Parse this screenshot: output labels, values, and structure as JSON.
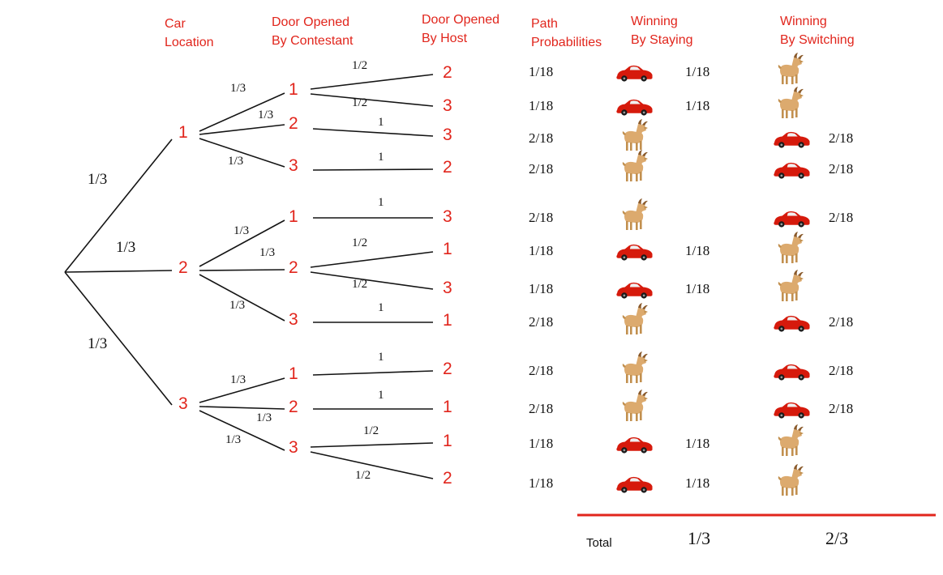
{
  "colors": {
    "accent_red": "#e1251c",
    "car_red": "#d61a0c",
    "goat_tan": "#dcaa6e"
  },
  "headers": {
    "car_location": {
      "line1": "Car",
      "line2": "Location"
    },
    "door_contestant": {
      "line1": "Door Opened",
      "line2": "By Contestant"
    },
    "door_host": {
      "line1": "Door Opened",
      "line2": "By Host"
    },
    "path_probabilities": {
      "line1": "Path",
      "line2": "Probabilities"
    },
    "winning_staying": {
      "line1": "Winning",
      "line2": "By Staying"
    },
    "winning_switching": {
      "line1": "Winning",
      "line2": "By Switching"
    }
  },
  "root_edges": [
    "1/3",
    "1/3",
    "1/3"
  ],
  "car_nodes": [
    "1",
    "2",
    "3"
  ],
  "contestant_edges": [
    "1/3",
    "1/3",
    "1/3",
    "1/3",
    "1/3",
    "1/3",
    "1/3",
    "1/3",
    "1/3"
  ],
  "contestant_nodes": [
    "1",
    "2",
    "3",
    "1",
    "2",
    "3",
    "1",
    "2",
    "3"
  ],
  "host_edges": [
    "1/2",
    "1/2",
    "1",
    "1",
    "1",
    "1/2",
    "1/2",
    "1",
    "1",
    "1",
    "1/2",
    "1/2"
  ],
  "host_nodes": [
    "2",
    "3",
    "3",
    "2",
    "3",
    "1",
    "3",
    "1",
    "2",
    "1",
    "1",
    "2"
  ],
  "path_probabilities": [
    "1/18",
    "1/18",
    "2/18",
    "2/18",
    "2/18",
    "1/18",
    "1/18",
    "2/18",
    "2/18",
    "2/18",
    "1/18",
    "1/18"
  ],
  "staying": [
    {
      "icon": "car",
      "value": "1/18"
    },
    {
      "icon": "car",
      "value": "1/18"
    },
    {
      "icon": "goat"
    },
    {
      "icon": "goat"
    },
    {
      "icon": "goat"
    },
    {
      "icon": "car",
      "value": "1/18"
    },
    {
      "icon": "car",
      "value": "1/18"
    },
    {
      "icon": "goat"
    },
    {
      "icon": "goat"
    },
    {
      "icon": "goat"
    },
    {
      "icon": "car",
      "value": "1/18"
    },
    {
      "icon": "car",
      "value": "1/18"
    }
  ],
  "switching": [
    {
      "icon": "goat"
    },
    {
      "icon": "goat"
    },
    {
      "icon": "car",
      "value": "2/18"
    },
    {
      "icon": "car",
      "value": "2/18"
    },
    {
      "icon": "car",
      "value": "2/18"
    },
    {
      "icon": "goat"
    },
    {
      "icon": "goat"
    },
    {
      "icon": "car",
      "value": "2/18"
    },
    {
      "icon": "car",
      "value": "2/18"
    },
    {
      "icon": "car",
      "value": "2/18"
    },
    {
      "icon": "goat"
    },
    {
      "icon": "goat"
    }
  ],
  "totals": {
    "label": "Total",
    "staying": "1/3",
    "switching": "2/3"
  }
}
